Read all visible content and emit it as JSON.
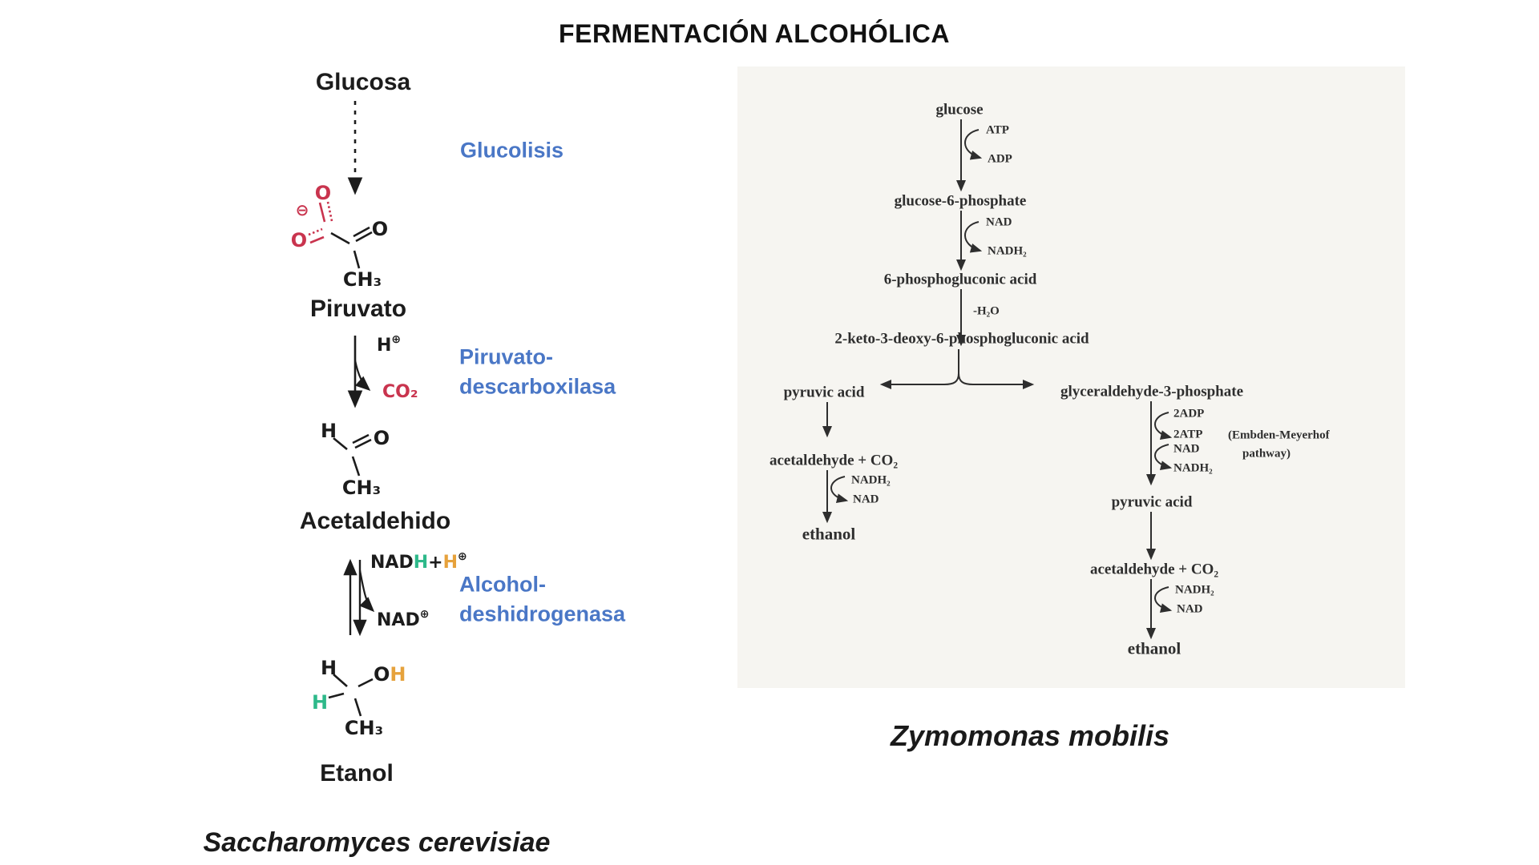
{
  "title": "FERMENTACIÓN ALCOHÓLICA",
  "colors": {
    "enzyme_blue": "#4a77c6",
    "highlight_red": "#c9344e",
    "highlight_green": "#2eb98a",
    "highlight_orange": "#e6a23c",
    "ink_left": "#1c1c1c",
    "ink_right": "#2e2e2e",
    "paper_background": "#f6f5f1"
  },
  "left_pathway": {
    "organism": "Saccharomyces cerevisiae",
    "metabolites": {
      "glucose": "Glucosa",
      "pyruvate": "Piruvato",
      "acetaldehyde": "Acetaldehido",
      "ethanol": "Etanol"
    },
    "steps": {
      "glycolysis": "Glucolisis",
      "pdc_line1": "Piruvato-",
      "pdc_line2": "descarboxilasa",
      "adh_line1": "Alcohol-",
      "adh_line2": "deshidrogenasa"
    },
    "species": {
      "proton_base": "H",
      "proton_charge": "⊕",
      "co2": "CO₂",
      "nadh": {
        "nad": "NAD",
        "h1": "H",
        "plus": "+",
        "h2": "H",
        "charge": "⊕"
      },
      "nad_base": "NAD",
      "nad_charge": "⊕"
    },
    "atoms": {
      "o": "O",
      "carboxylate_charge": "⊖",
      "ch3": "CH₃",
      "h": "H"
    }
  },
  "right_pathway": {
    "organism": "Zymomonas mobilis",
    "metabolites": {
      "glucose": "glucose",
      "g6p": "glucose-6-phosphate",
      "pg6": "6-phosphogluconic acid",
      "kdpg": "2-keto-3-deoxy-6-phosphogluconic acid",
      "pyruvate_left": "pyruvic acid",
      "gap": "glyceraldehyde-3-phosphate",
      "acetaldehyde_left": "acetaldehyde + CO₂",
      "ethanol_left": "ethanol",
      "pyruvate_right": "pyruvic acid",
      "acetaldehyde_right": "acetaldehyde + CO₂",
      "ethanol_right": "ethanol"
    },
    "cofactors": {
      "atp": "ATP",
      "adp": "ADP",
      "nad1": "NAD",
      "nadh1": "NADH₂",
      "minus_h2o": "-H₂O",
      "adp2": "2ADP",
      "atp2": "2ATP",
      "nad2": "NAD",
      "nadh2": "NADH₂",
      "nadh3": "NADH₂",
      "nad3": "NAD",
      "nadh4": "NADH₂",
      "nad4": "NAD"
    },
    "annotation": {
      "line1": "(Embden-Meyerhof",
      "line2": "pathway)"
    }
  }
}
